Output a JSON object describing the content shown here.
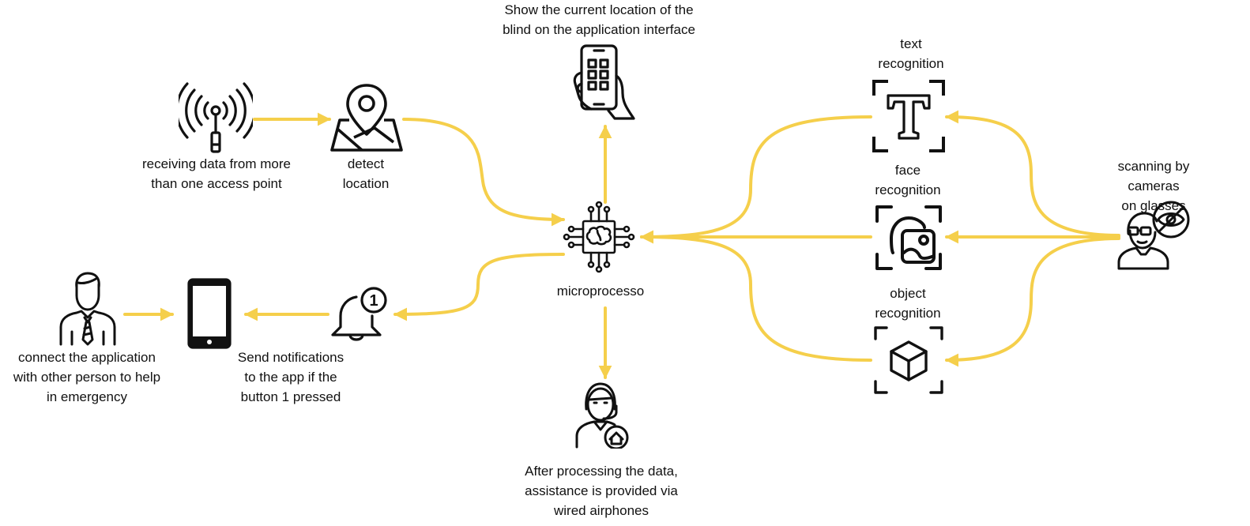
{
  "accent_color": "#F5CF4B",
  "icon_color": "#111111",
  "nodes": {
    "wifi": {
      "icon": "wifi-antenna-icon",
      "label": "receiving data from more\nthan one access point"
    },
    "location": {
      "icon": "map-pin-icon",
      "label": "detect\nlocation"
    },
    "phone_app": {
      "icon": "phone-in-hand-icon",
      "label": "Show the current location of the\nblind on the application interface"
    },
    "microprocessor": {
      "icon": "brain-chip-icon",
      "label": "microprocesso"
    },
    "assistance": {
      "icon": "headset-assistant-icon",
      "label": "After processing the data,\nassistance is provided via\nwired airphones"
    },
    "notification": {
      "icon": "bell-notification-icon",
      "badge": "1",
      "label": "Send notifications\nto the app if the\nbutton 1 pressed"
    },
    "smartphone": {
      "icon": "smartphone-icon"
    },
    "helper": {
      "icon": "businessman-icon",
      "label": "connect the application\nwith other person to help\nin emergency"
    },
    "text_recognition": {
      "icon": "text-scan-icon",
      "label": "text\nrecognition"
    },
    "face_recognition": {
      "icon": "face-scan-icon",
      "label": "face\nrecognition"
    },
    "object_recognition": {
      "icon": "object-scan-icon",
      "label": "object\nrecognition"
    },
    "glasses_scan": {
      "icon": "person-glasses-scan-icon",
      "label": "scanning by cameras\non glasses"
    }
  }
}
